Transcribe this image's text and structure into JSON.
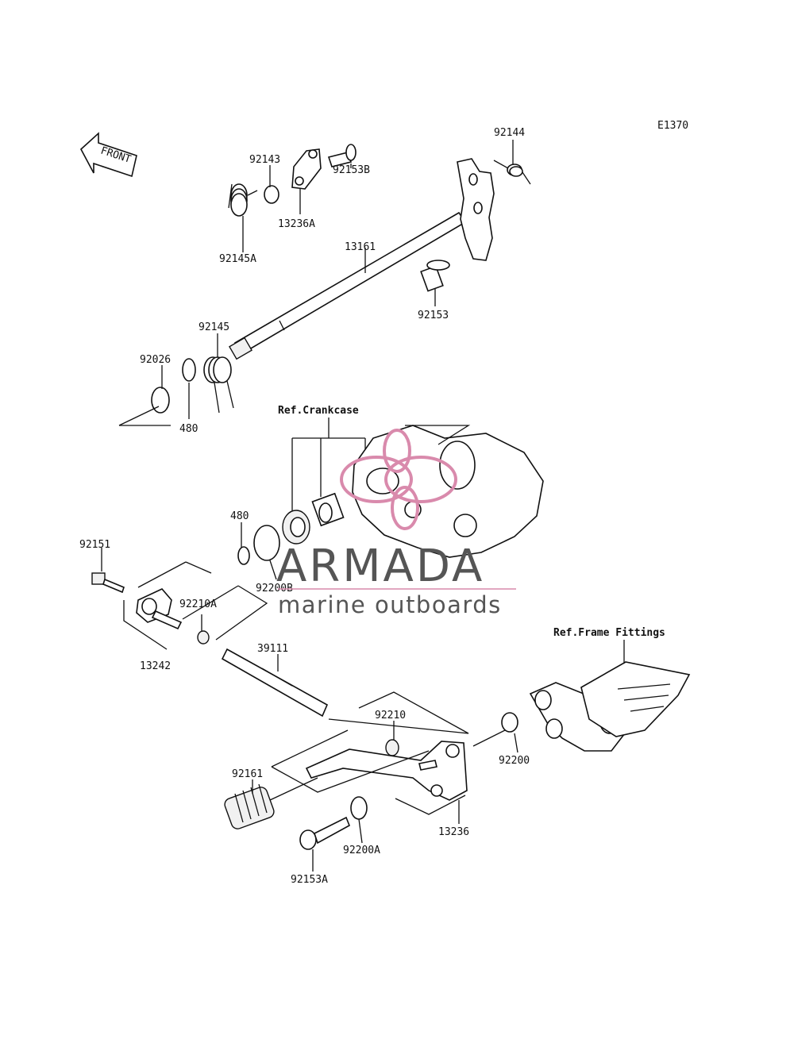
{
  "code": "E1370",
  "front_label": "FRONT",
  "parts": {
    "p92144": "92144",
    "p92143": "92143",
    "p92153B": "92153B",
    "p13236A": "13236A",
    "p92145A": "92145A",
    "p13161": "13161",
    "p92153": "92153",
    "p92145": "92145",
    "p92026": "92026",
    "p480a": "480",
    "p480b": "480",
    "p92151": "92151",
    "p92210A": "92210A",
    "p92200B": "92200B",
    "p13242": "13242",
    "p39111": "39111",
    "p92210": "92210",
    "p92200": "92200",
    "p92161": "92161",
    "p13236": "13236",
    "p92200A": "92200A",
    "p92153A": "92153A"
  },
  "refs": {
    "crankcase": "Ref.Crankcase",
    "frame": "Ref.Frame Fittings"
  },
  "watermark": {
    "brand": "ARMADA",
    "tagline": "marine outboards",
    "brand_color": "#5a5a5a",
    "accent_color": "#d98aac"
  }
}
